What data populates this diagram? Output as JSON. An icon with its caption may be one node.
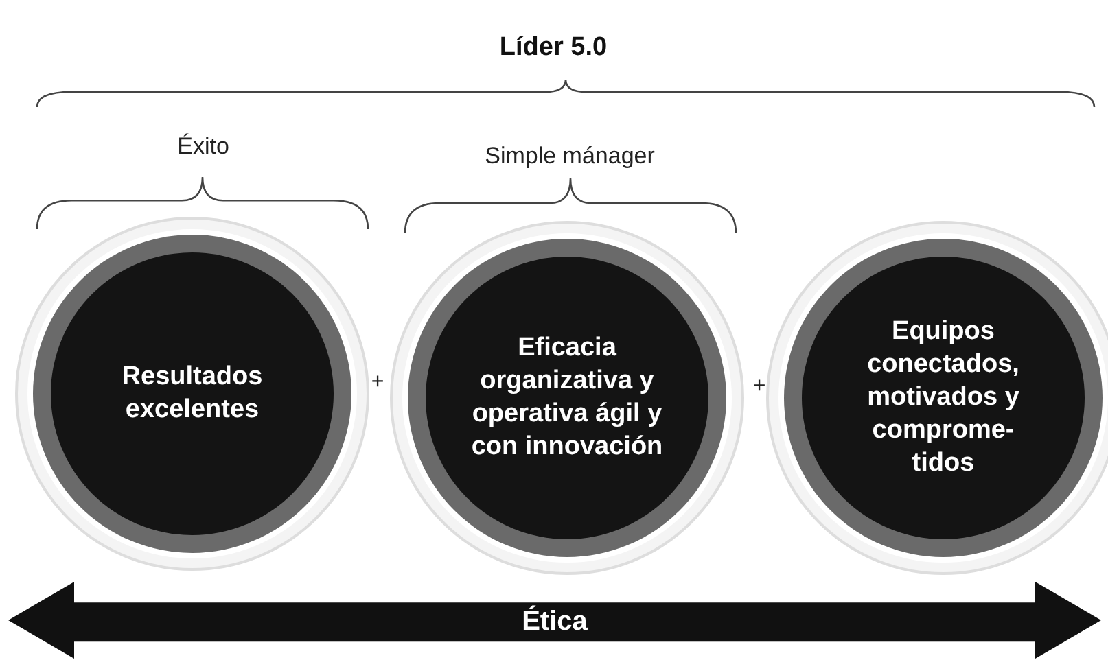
{
  "diagram": {
    "title": "Líder 5.0",
    "nodes": [
      {
        "text": [
          "Resultados excelentes"
        ]
      },
      {
        "text": [
          "Eficacia organizativa y operativa ágil y con innovación"
        ]
      },
      {
        "text": [
          "Equipos conectados, motivados y comprome-tidos"
        ]
      },
      {
        "text": [
          "Ética"
        ]
      }
    ],
    "labels": [
      "Éxito",
      "Simple mánager",
      "+",
      "+"
    ]
  }
}
